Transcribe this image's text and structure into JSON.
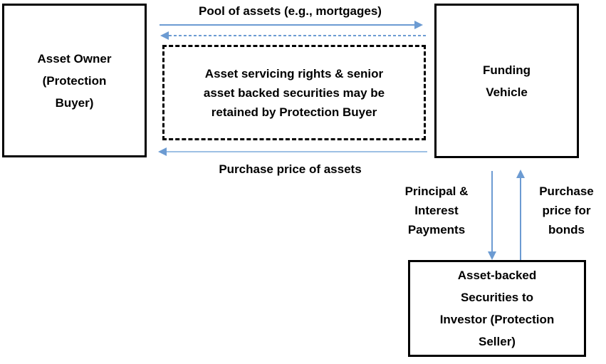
{
  "diagram": {
    "title": "Securitisation / Asset-backed securities flow diagram",
    "colors": {
      "arrow_blue": "#6C9BD2",
      "box_border": "#000000",
      "text": "#000000",
      "background": "#FFFFFF"
    },
    "entities": [
      {
        "id": "asset-owner",
        "label": "Asset Owner\n(Protection\nBuyer)"
      },
      {
        "id": "funding-vehicle",
        "label": "Funding\nVehicle"
      },
      {
        "id": "abs-investor",
        "label": "Asset-backed\nSecurities to\nInvestor (Protection\nSeller)"
      }
    ],
    "annotations": [
      {
        "id": "retained-note",
        "label": "Asset servicing rights & senior\nasset backed securities may be\nretained by Protection Buyer",
        "style": "dashed-box"
      }
    ],
    "flows": [
      {
        "id": "pool-of-assets",
        "label": "Pool of assets (e.g., mortgages)",
        "direction": "right",
        "style": "solid",
        "from": "asset-owner",
        "to": "funding-vehicle"
      },
      {
        "id": "retained-flow",
        "label": "",
        "direction": "left",
        "style": "dashed",
        "from": "funding-vehicle",
        "to": "asset-owner"
      },
      {
        "id": "purchase-price-of-assets",
        "label": "Purchase price of assets",
        "direction": "left",
        "style": "solid",
        "from": "funding-vehicle",
        "to": "asset-owner"
      },
      {
        "id": "principal-interest-payments",
        "label": "Principal &\nInterest\nPayments",
        "direction": "down",
        "style": "solid",
        "from": "funding-vehicle",
        "to": "abs-investor"
      },
      {
        "id": "purchase-price-for-bonds",
        "label": "Purchase\nprice for\nbonds",
        "direction": "up",
        "style": "solid",
        "from": "abs-investor",
        "to": "funding-vehicle"
      }
    ]
  }
}
